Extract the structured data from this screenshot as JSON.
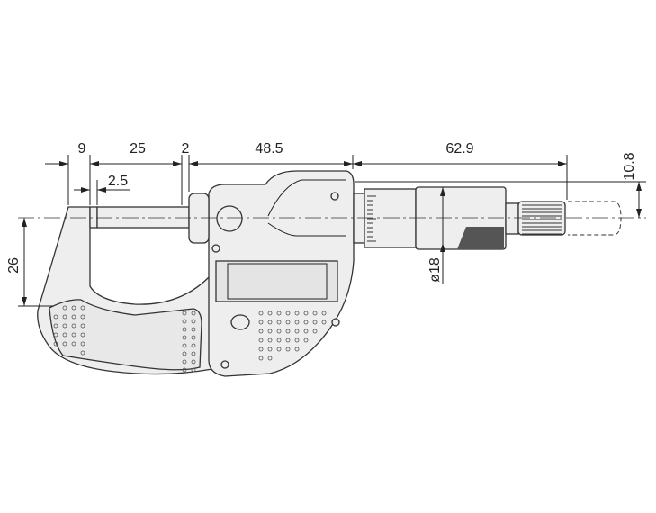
{
  "title": "Micrometer dimension drawing",
  "dimensions": {
    "frame_to_anvil": "9",
    "measuring_range": "25",
    "spindle_gap": "2",
    "body_length": "48.5",
    "thimble_length": "62.9",
    "anvil_offset": "2.5",
    "throat_depth": "26",
    "centerline_height": "10.8",
    "thimble_diameter": "ø18"
  }
}
